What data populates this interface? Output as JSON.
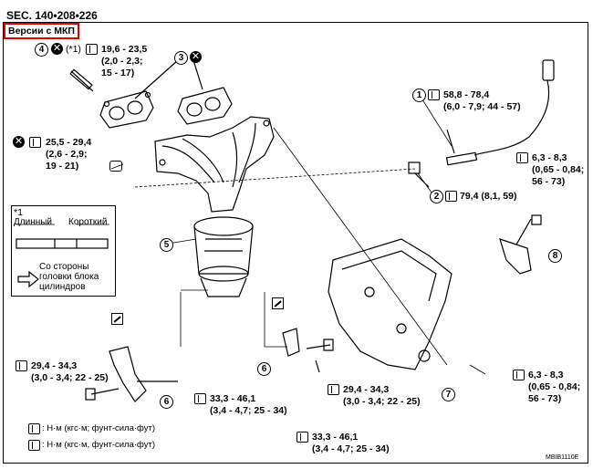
{
  "header": {
    "section": "SEC. 140•208•226",
    "variant_label": "Версии с МКП"
  },
  "callouts": {
    "c1": "1",
    "c2": "2",
    "c3": "3",
    "c4": "4",
    "c5": "5",
    "c6": "6",
    "c7": "7",
    "c8": "8"
  },
  "torque_specs": {
    "stud_mark": "(*1)",
    "stud_line1": "19,6 - 23,5",
    "stud_line2": "(2,0 - 2,3;",
    "stud_line3": "15 - 17)",
    "nut_line1": "25,5 - 29,4",
    "nut_line2": "(2,6 - 2,9;",
    "nut_line3": "19 - 21)",
    "sensor1_line1": "58,8 - 78,4",
    "sensor1_line2": "(6,0 - 7,9; 44 - 57)",
    "sensor2": "79,4 (8,1, 59)",
    "shield_top_line1": "6,3 - 8,3",
    "shield_top_line2": "(0,65 - 0,84;",
    "shield_top_line3": "56 - 73)",
    "bracket_left_line1": "29,4 - 34,3",
    "bracket_left_line2": "(3,0 - 3,4; 22 - 25)",
    "bracket_left2_line1": "33,3 - 46,1",
    "bracket_left2_line2": "(3,4 - 4,7; 25 - 34)",
    "bracket_mid_line1": "29,4 - 34,3",
    "bracket_mid_line2": "(3,0 - 3,4; 22 - 25)",
    "bracket_mid2_line1": "33,3 - 46,1",
    "bracket_mid2_line2": "(3,4 - 4,7; 25 - 34)",
    "shield_bottom_line1": "6,3 - 8,3",
    "shield_bottom_line2": "(0,65 - 0,84;",
    "shield_bottom_line3": "56 - 73)"
  },
  "inset": {
    "mark": "*1",
    "long_label": "Длинный",
    "short_label": "Короткий",
    "side_line1": "Со стороны",
    "side_line2": "головки блока",
    "side_line3": "цилиндров"
  },
  "legend": {
    "row1": ": Н·м (кгс·м; фунт-сила·фут)",
    "row2": ": Н·м (кгс·м, фунт-сила·фут)"
  },
  "figure_code": "MBIB1110E"
}
